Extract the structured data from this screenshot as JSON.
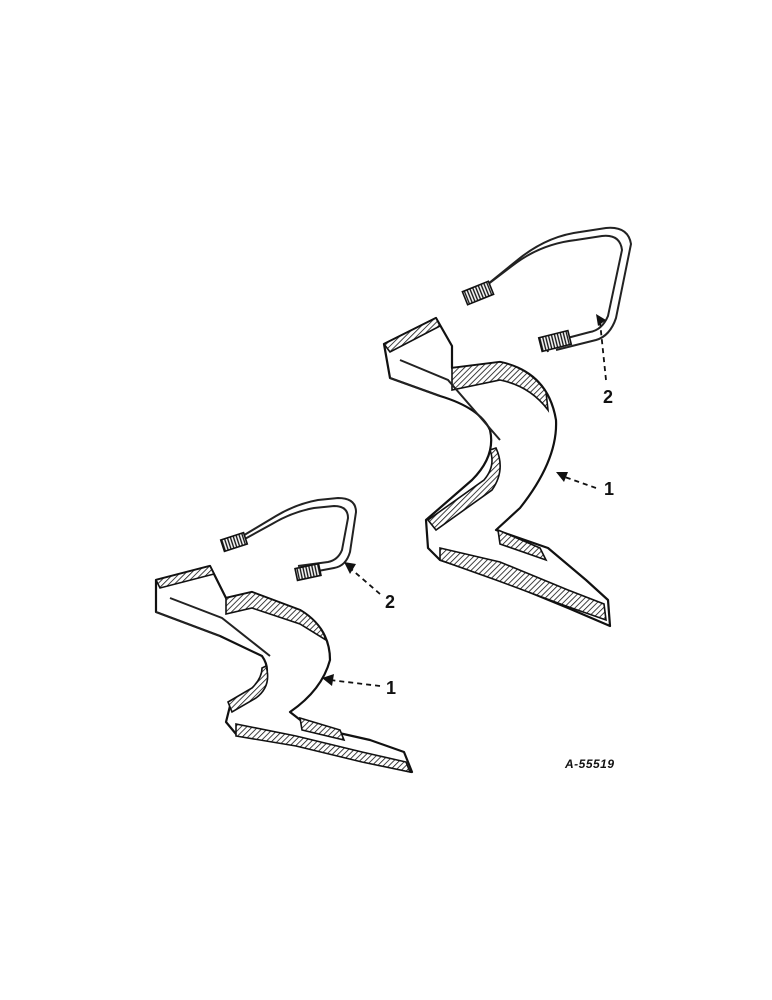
{
  "figure_id": "A-55519",
  "callouts": {
    "upper_part": "1",
    "upper_bolt": "2",
    "lower_part": "1",
    "lower_bolt": "2"
  },
  "icons": {
    "upper_shank": "shank-with-shovel-icon",
    "upper_u_bolt": "u-bolt-icon",
    "lower_shank": "shank-with-shovel-icon",
    "lower_u_bolt": "u-bolt-icon"
  }
}
